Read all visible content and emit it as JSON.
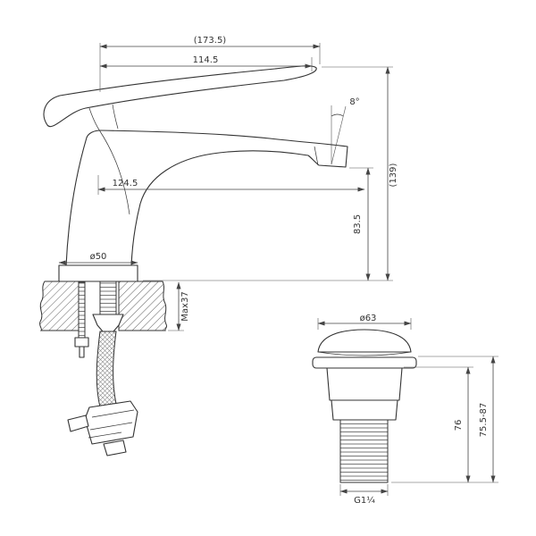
{
  "page": {
    "background": "#ffffff",
    "line_color": "#333333",
    "description": "Technical dimension drawing of a single-lever basin faucet with supply hose and pop-up drain"
  },
  "faucet_view": {
    "dimensions": {
      "overall_length": "(173.5)",
      "handle_reach": "114.5",
      "spout_angle": "8°",
      "spout_reach": "124.5",
      "spout_height": "83.5",
      "overall_height": "(139)",
      "base_diameter": "ø50",
      "max_deck_thickness": "Max37"
    }
  },
  "drain_view": {
    "dimensions": {
      "cap_diameter": "ø63",
      "body_height": "76",
      "adjust_range": "75.5-87",
      "thread_size": "G1¼"
    }
  }
}
